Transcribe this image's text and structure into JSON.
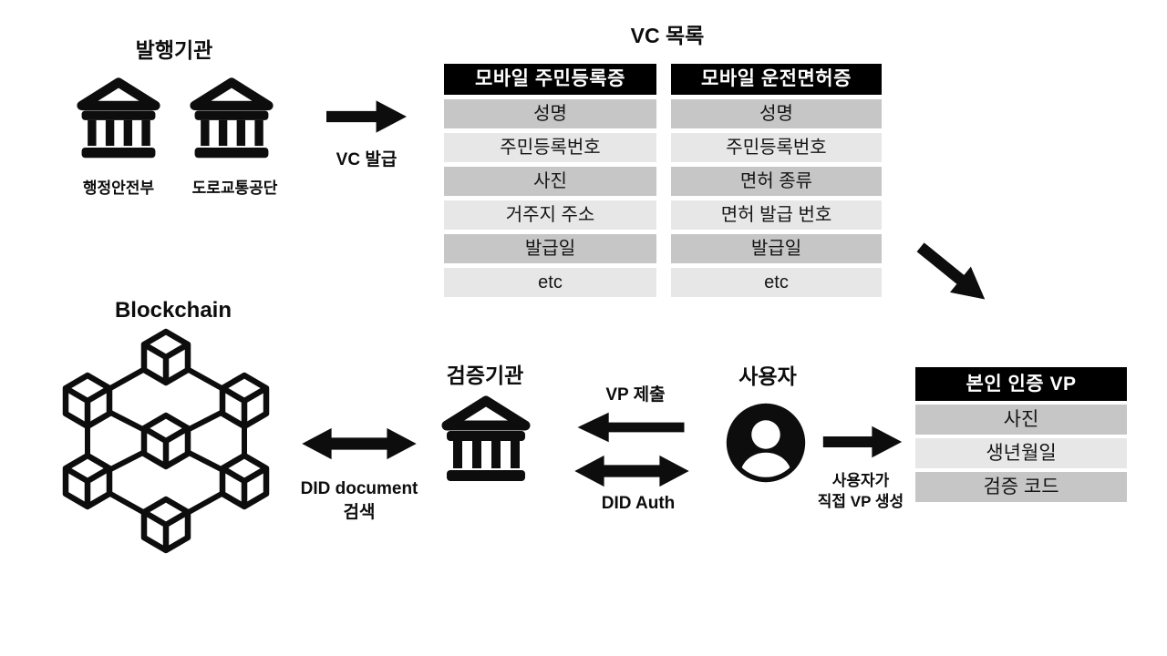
{
  "colors": {
    "ink": "#0d0d0d",
    "table_header_bg": "#000000",
    "table_header_text": "#ffffff",
    "row_dark": "#c6c6c6",
    "row_light": "#e7e7e7",
    "background": "#ffffff"
  },
  "issuer": {
    "title": "발행기관",
    "organizations": [
      {
        "name": "행정안전부",
        "icon": "bank-icon"
      },
      {
        "name": "도로교통공단",
        "icon": "bank-icon"
      }
    ]
  },
  "flows": {
    "vc_issue": "VC 발급",
    "did_document_search": [
      "DID document",
      "검색"
    ],
    "vp_submit": "VP 제출",
    "did_auth": "DID Auth",
    "vp_create": [
      "사용자가",
      "직접 VP 생성"
    ]
  },
  "vc_list": {
    "title": "VC 목록",
    "tables": [
      {
        "header": "모바일 주민등록증",
        "rows": [
          "성명",
          "주민등록번호",
          "사진",
          "거주지 주소",
          "발급일",
          "etc"
        ]
      },
      {
        "header": "모바일 운전면허증",
        "rows": [
          "성명",
          "주민등록번호",
          "면허 종류",
          "면허 발급 번호",
          "발급일",
          "etc"
        ]
      }
    ]
  },
  "blockchain": {
    "title": "Blockchain",
    "icon": "blockchain-cubes-icon"
  },
  "verifier": {
    "title": "검증기관",
    "icon": "bank-icon"
  },
  "user": {
    "title": "사용자",
    "icon": "person-avatar-icon"
  },
  "vp_table": {
    "header": "본인 인증 VP",
    "rows": [
      "사진",
      "생년월일",
      "검증 코드"
    ]
  }
}
